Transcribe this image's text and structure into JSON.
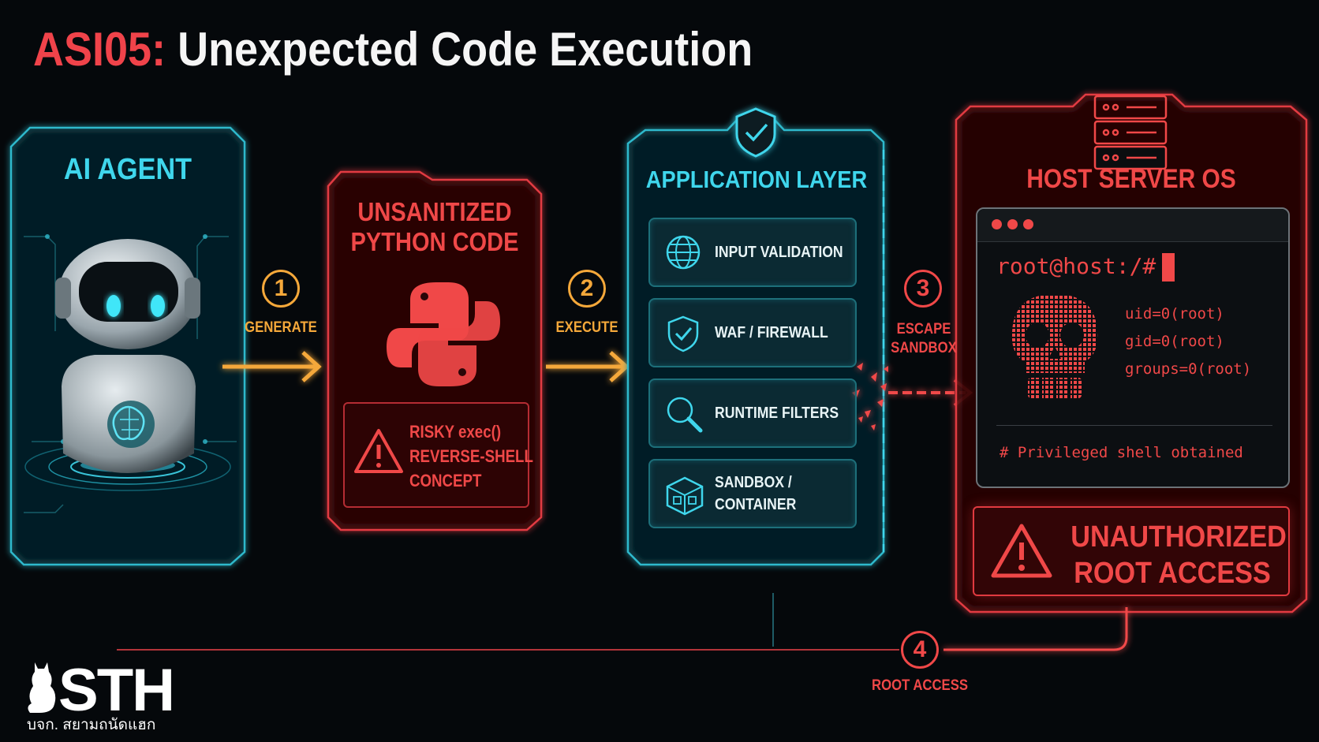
{
  "title": {
    "code": "ASI05:",
    "text": "Unexpected Code Execution"
  },
  "panels": {
    "agent": {
      "title": "AI AGENT"
    },
    "code": {
      "title_line1": "UNSANITIZED",
      "title_line2": "PYTHON CODE",
      "warning_line1": "RISKY exec()",
      "warning_line2": "REVERSE-SHELL",
      "warning_line3": "CONCEPT"
    },
    "app": {
      "title": "APPLICATION LAYER",
      "layers": [
        {
          "label": "INPUT VALIDATION",
          "icon": "globe-icon"
        },
        {
          "label": "WAF / FIREWALL",
          "icon": "shield-icon"
        },
        {
          "label": "RUNTIME FILTERS",
          "icon": "magnifier-icon"
        },
        {
          "label_line1": "SANDBOX /",
          "label_line2": "CONTAINER",
          "icon": "container-icon"
        }
      ]
    },
    "host": {
      "title": "HOST SERVER OS",
      "prompt": "root@host:/#",
      "uid": "uid=0(root)",
      "gid": "gid=0(root)",
      "groups": "groups=0(root)",
      "comment": "# Privileged shell obtained",
      "alert_line1": "UNAUTHORIZED",
      "alert_line2": "ROOT ACCESS"
    }
  },
  "steps": [
    {
      "num": "1",
      "label": "GENERATE"
    },
    {
      "num": "2",
      "label": "EXECUTE"
    },
    {
      "num": "3",
      "label_line1": "ESCAPE",
      "label_line2": "SANDBOX"
    },
    {
      "num": "4",
      "label": "ROOT ACCESS"
    }
  ],
  "logo": {
    "text": "STH",
    "subtitle": "บจก. สยามถนัดแฮก"
  },
  "colors": {
    "cyan": "#3fd6ec",
    "red": "#f04848",
    "orange": "#f5a83a",
    "background": "#05080b"
  }
}
